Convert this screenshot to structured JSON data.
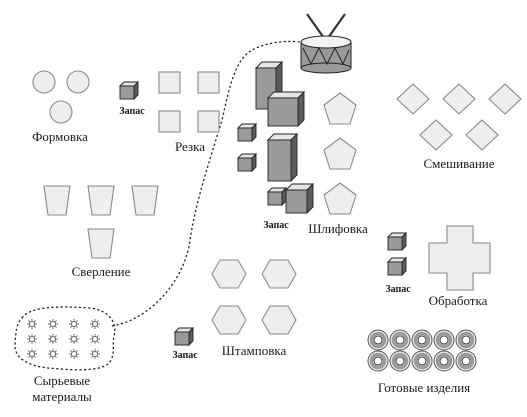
{
  "areas": {
    "molding": {
      "label": "Формовка"
    },
    "cutting": {
      "label": "Резка"
    },
    "mixing": {
      "label": "Смешивание"
    },
    "drilling": {
      "label": "Сверление"
    },
    "grinding": {
      "label": "Шлифовка"
    },
    "stamping": {
      "label": "Штамповка"
    },
    "processing": {
      "label": "Обработка"
    },
    "finished_goods": {
      "label": "Готовые изделия"
    },
    "raw_materials": {
      "label_line1": "Сырьевые",
      "label_line2": "материалы"
    }
  },
  "stock": {
    "cutting": "Запас",
    "grinding": "Запас",
    "processing": "Запас",
    "stamping": "Запас"
  },
  "icons": [
    "drum-icon",
    "stock-box-icon",
    "circle-station",
    "square-station",
    "diamond-station",
    "trapezoid-station",
    "pentagon-station",
    "hexagon-station",
    "cross-station",
    "ring-product",
    "gear-material"
  ],
  "colors": {
    "station_fill": "#eeeeee",
    "station_stroke": "#8a8a8a",
    "box_front": "#9a9a9a",
    "box_side": "#5c5c5c",
    "text": "#1a1a1a"
  }
}
